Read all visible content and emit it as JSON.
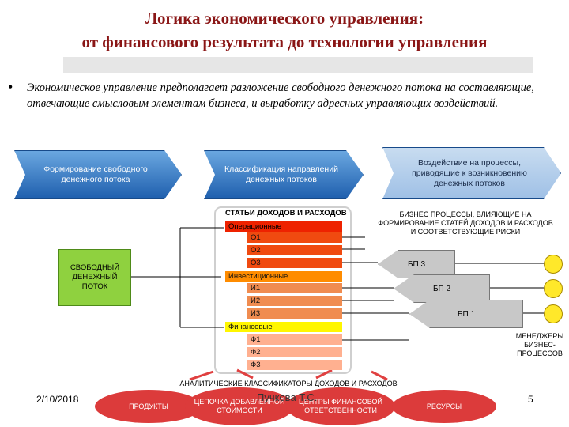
{
  "slide": {
    "title_line1": "Логика экономического управления:",
    "title_line2": "от финансового результата до технологии управления",
    "bullet": "•",
    "paragraph": "Экономическое управление предполагает разложение свободного денежного потока на составляющие, отвечающие смысловым элементам бизнеса, и выработку адресных управляющих воздействий."
  },
  "flow": {
    "step1": "Формирование свободного денежного потока",
    "step2": "Классификация направлений денежных потоков",
    "step3": "Воздействие на процессы, приводящие к возникновению денежных потоков"
  },
  "items": {
    "header": "СТАТЬИ ДОХОДОВ И РАСХОДОВ",
    "operating": "Операционные",
    "o1": "О1",
    "o2": "О2",
    "o3": "О3",
    "investing": "Инвестиционные",
    "i1": "И1",
    "i2": "И2",
    "i3": "И3",
    "financing": "Финансовые",
    "f1": "Ф1",
    "f2": "Ф2",
    "f3": "Ф3"
  },
  "left_box": "СВОБОДНЫЙ ДЕНЕЖНЫЙ ПОТОК",
  "processes": {
    "header": "БИЗНЕС ПРОЦЕССЫ, ВЛИЯЮЩИЕ НА ФОРМИРОВАНИЕ СТАТЕЙ ДОХОДОВ И РАСХОДОВ И СООТВЕТСТВУЮЩИЕ РИСКИ",
    "bp3": "БП 3",
    "bp2": "БП 2",
    "bp1": "БП 1",
    "managers": "МЕНЕДЖЕРЫ БИЗНЕС-ПРОЦЕССОВ"
  },
  "bottom": {
    "classifiers": "АНАЛИТИЧЕСКИЕ КЛАССИФИКАТОРЫ ДОХОДОВ И РАСХОДОВ",
    "products": "ПРОДУКТЫ",
    "chain": "ЦЕПОЧКА ДОБАВЛЕННОЙ СТОИМОСТИ",
    "centers": "ЦЕНТРЫ ФИНАНСОВОЙ ОТВЕТСТВЕННОСТИ",
    "resources": "РЕСУРСЫ"
  },
  "footer": {
    "date": "2/10/2018",
    "author": "Пучкова Т.С.",
    "page": "5"
  },
  "colors": {
    "title": "#8a1616",
    "arrow_blue": "#1f5fae",
    "operating_red": "#ee2200",
    "investing_orange": "#ff8c00",
    "financing_yellow": "#fff600",
    "cashflow_green": "#8fd13f",
    "process_grey": "#c8c8c8",
    "oval_red": "#dc3b3b"
  },
  "icons": {
    "bullet": "bullet-dot-icon",
    "managers": "smiley-face-icon"
  }
}
